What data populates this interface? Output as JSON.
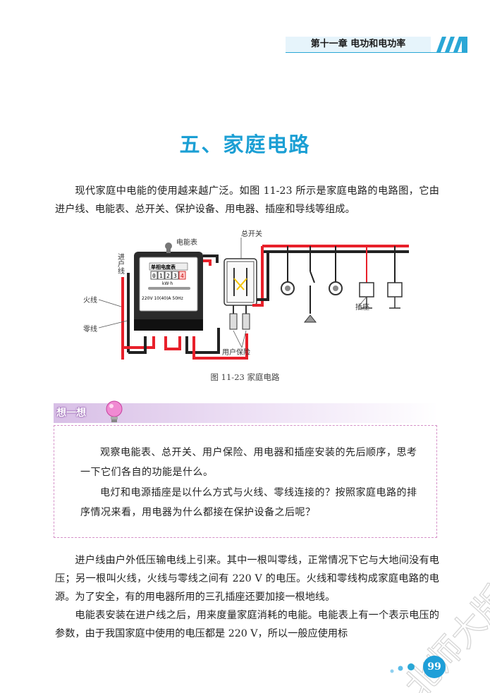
{
  "header": {
    "chapter": "第十一章  电功和电功率"
  },
  "section_title": "五、家庭电路",
  "intro": "现代家庭中电能的使用越来越广泛。如图 11-23 所示是家庭电路的电路图，它由进户线、电能表、总开关、保护设备、用电器、插座和导线等组成。",
  "figure": {
    "labels": {
      "meter": "电能表",
      "main_switch": "总开关",
      "incoming_line": "进户线",
      "live_wire": "火线",
      "neutral_wire": "零线",
      "fuse": "用户保险",
      "socket": "插座",
      "meter_title": "单相电度表",
      "meter_digits": [
        "0",
        "1",
        "2",
        "3",
        "4"
      ],
      "meter_unit": "kW·h",
      "meter_spec": "220V 10(40)A 50Hz"
    },
    "caption": "图 11-23    家庭电路",
    "colors": {
      "live": "#e8202a",
      "neutral": "#222222",
      "meter_body": "#2b2b2b"
    }
  },
  "think": {
    "label": "想一想",
    "p1": "观察电能表、总开关、用户保险、用电器和插座安装的先后顺序，思考一下它们各自的功能是什么。",
    "p2": "电灯和电源插座是以什么方式与火线、零线连接的？按照家庭电路的排序情况来看，用电器为什么都接在保护设备之后呢？"
  },
  "body_p1": "进户线由户外低压输电线上引来。其中一根叫零线，正常情况下它与大地间没有电压；另一根叫火线，火线与零线之间有 220 V 的电压。火线和零线构成家庭电路的电源。为了安全，有的用电器所用的三孔插座还要加接一根地线。",
  "body_p2": "电能表安装在进户线之后，用来度量家庭消耗的电能。电能表上有一个表示电压的参数，由于我国家庭中使用的电压都是 220 V，所以一般应使用标",
  "watermark": "北师大版",
  "page_number": "99"
}
